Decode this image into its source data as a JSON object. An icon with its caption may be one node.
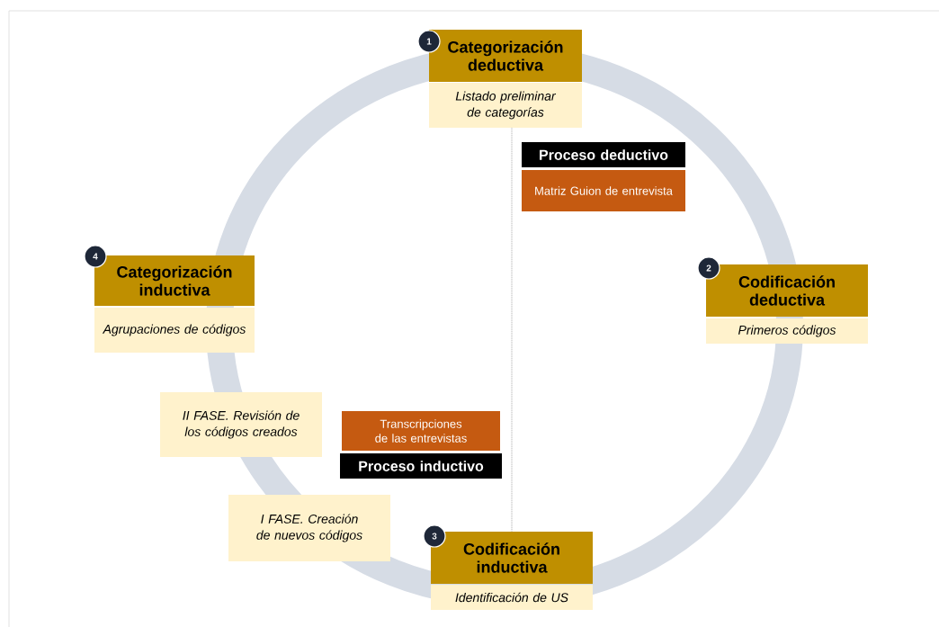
{
  "diagram": {
    "nodes": [
      {
        "text": [
          "Categorización deductiva"
        ]
      },
      {
        "text": [
          "Listado preliminar de categorías"
        ]
      },
      {
        "text": [
          "Proceso deductivo"
        ]
      },
      {
        "text": [
          "Matriz Guion de entrevista"
        ]
      },
      {
        "text": [
          "Codificación deductiva"
        ]
      },
      {
        "text": [
          "Primeros códigos"
        ]
      },
      {
        "text": [
          "Categorización inductiva"
        ]
      },
      {
        "text": [
          "Agrupaciones de códigos"
        ]
      },
      {
        "text": [
          "II FASE. Revisión de los códigos creados"
        ]
      },
      {
        "text": [
          "Transcripciones de las entrevistas"
        ]
      },
      {
        "text": [
          "Proceso inductivo"
        ]
      },
      {
        "text": [
          "I FASE. Creación de nuevos códigos"
        ]
      },
      {
        "text": [
          "Codificación inductiva"
        ]
      },
      {
        "text": [
          "Identificación de US"
        ]
      }
    ],
    "edges": [
      {
        "from": 1,
        "to": 12,
        "arrow": "none",
        "style": "dashed"
      }
    ],
    "labels": [
      "1",
      "2",
      "3",
      "4"
    ]
  }
}
